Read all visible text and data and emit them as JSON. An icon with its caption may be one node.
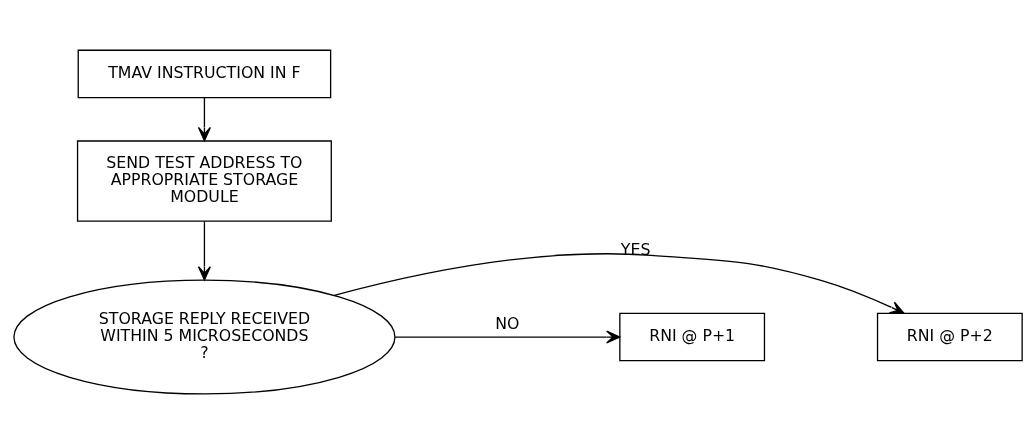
{
  "diagram": {
    "nodes": [
      {
        "text": [
          "TMAV INSTRUCTION IN F"
        ]
      },
      {
        "text": [
          "SEND TEST ADDRESS TO APPROPRIATE STORAGE MODULE"
        ]
      },
      {
        "text": [
          "STORAGE REPLY RECEIVED WITHIN 5 MICROSECONDS ?"
        ]
      },
      {
        "text": [
          "RNI @ P+2"
        ]
      },
      {
        "text": [
          "RNI @ P+1"
        ]
      }
    ],
    "edges": [
      {
        "from": 0,
        "to": 1,
        "arrow": "to"
      },
      {
        "from": 1,
        "to": 2,
        "arrow": "to"
      },
      {
        "from": 2,
        "to": 3,
        "label": "YES",
        "arrow": "to"
      },
      {
        "from": 2,
        "to": 4,
        "label": "NO",
        "arrow": "to"
      }
    ]
  }
}
